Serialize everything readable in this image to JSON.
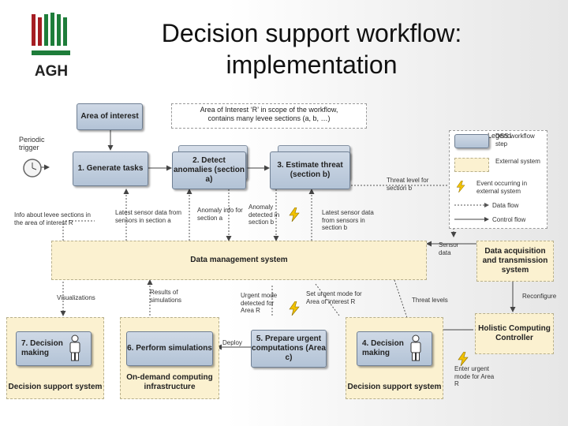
{
  "logo": {
    "text": "AGH"
  },
  "title": {
    "line1": "Decision support workflow:",
    "line2": "implementation"
  },
  "boxes": {
    "area_of_interest": "Area of interest",
    "generate_tasks": "1. Generate tasks",
    "detect_anomalies": "2. Detect anomalies (section a)",
    "estimate_threat": "3. Estimate threat (section b)",
    "data_management": "Data management system",
    "data_acquisition": "Data acquisition and transmission system",
    "holistic_controller": "Holistic Computing Controller",
    "prepare_urgent": "5. Prepare urgent computations (Area c)",
    "perform_simulations": "6. Perform simulations",
    "decision_making_4": "4. Decision making",
    "decision_making_7": "7. Decision making",
    "dss_left": "Decision support system",
    "dss_right": "Decision support system",
    "on_demand": "On-demand computing infrastructure"
  },
  "notes": {
    "aoi_line1": "Area of Interest ‘R’ in scope of the workflow,",
    "aoi_line2": "contains many levee sections (a, b, …)"
  },
  "labels": {
    "periodic_trigger": "Periodic trigger",
    "info_levee": "Info about levee sections in the area of interest R",
    "latest_sensor_a": "Latest sensor data from sensors in section a",
    "anomaly_info": "Anomaly info for section a",
    "anomaly_detected": "Anomaly detected in section b",
    "latest_sensor_b": "Latest sensor data from sensors in section b",
    "threat_level": "Threat level for section b",
    "sensor_data": "Sensor data",
    "visualizations": "Visualizations",
    "results_sim": "Results of simulations",
    "urgent_mode": "Urgent mode detected for Area R",
    "set_urgent": "Set urgent mode for Area of interest R",
    "threat_levels": "Threat levels",
    "reconfigure": "Reconfigure",
    "deploy": "Deploy",
    "enter_urgent": "Enter urgent mode for Area R"
  },
  "legend": {
    "title": "Legend",
    "dss_step": "DSS workflow step",
    "external": "External system",
    "event": "Event occurring in external system",
    "data_flow": "Data flow",
    "control_flow": "Control flow"
  },
  "colors": {
    "dss_fill": "#c0cedf",
    "external_fill": "#fbf1d0",
    "logo_red": "#a51d23",
    "logo_green": "#1e7d3a",
    "bolt": "#f2c200"
  }
}
